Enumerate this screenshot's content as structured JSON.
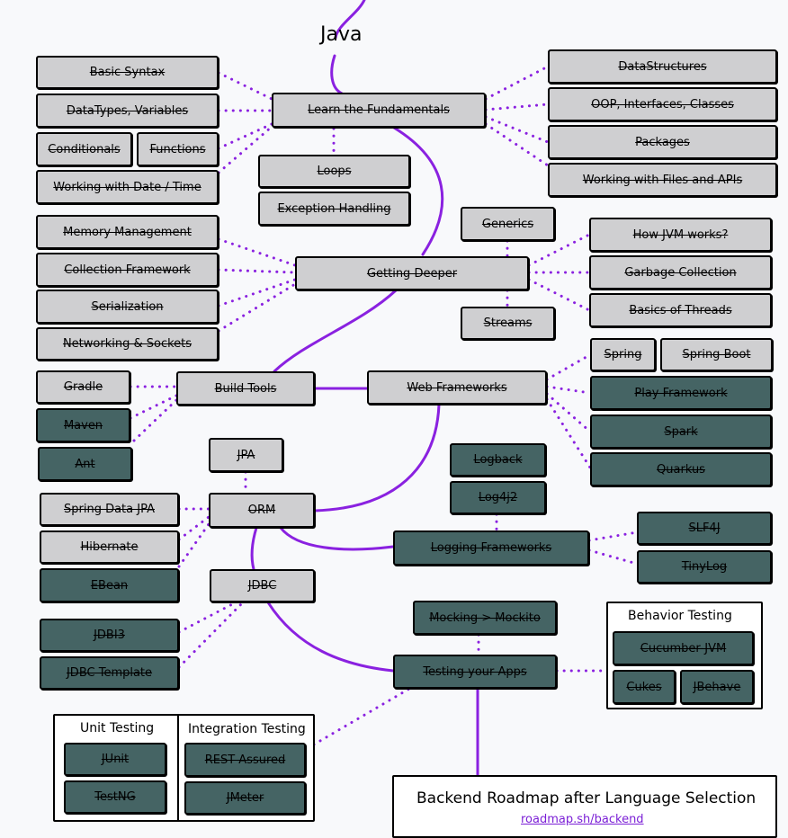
{
  "title": "Java",
  "colors": {
    "edge": "#8a21e0",
    "light_node": "#cfcfd1",
    "dark_node": "#456464"
  },
  "nodes": {
    "basic_syntax": "Basic Syntax",
    "datatypes": "DataTypes, Variables",
    "conditionals": "Conditionals",
    "functions": "Functions",
    "date_time": "Working with Date / Time",
    "fundamentals": "Learn the Fundamentals",
    "loops": "Loops",
    "exceptions": "Exception Handling",
    "datastructures": "DataStructures",
    "oop": "OOP, Interfaces, Classes",
    "packages": "Packages",
    "files_apis": "Working with Files and APIs",
    "memory": "Memory Management",
    "collections": "Collection Framework",
    "serialization": "Serialization",
    "networking": "Networking & Sockets",
    "getting_deeper": "Getting Deeper",
    "generics": "Generics",
    "streams": "Streams",
    "jvm": "How JVM works?",
    "gc": "Garbage Collection",
    "threads": "Basics of Threads",
    "gradle": "Gradle",
    "maven": "Maven",
    "ant": "Ant",
    "build_tools": "Build Tools",
    "web_frameworks": "Web Frameworks",
    "spring": "Spring",
    "spring_boot": "Spring Boot",
    "play": "Play Framework",
    "spark": "Spark",
    "quarkus": "Quarkus",
    "jpa": "JPA",
    "orm": "ORM",
    "spring_data_jpa": "Spring Data JPA",
    "hibernate": "Hibernate",
    "ebean": "EBean",
    "jdbc": "JDBC",
    "jdbi3": "JDBI3",
    "jdbc_template": "JDBC Template",
    "logback": "Logback",
    "log4j2": "Log4j2",
    "logging": "Logging Frameworks",
    "slf4j": "SLF4J",
    "tinylog": "TinyLog",
    "mocking": "Mocking > Mockito",
    "testing": "Testing your Apps",
    "cucumber": "Cucumber-JVM",
    "cukes": "Cukes",
    "jbehave": "JBehave",
    "junit": "JUnit",
    "testng": "TestNG",
    "rest_assured": "REST Assured",
    "jmeter": "JMeter"
  },
  "groups": {
    "behavior_testing": "Behavior Testing",
    "unit_testing": "Unit Testing",
    "integration_testing": "Integration Testing"
  },
  "footer": {
    "title": "Backend Roadmap after Language Selection",
    "link": "roadmap.sh/backend"
  }
}
